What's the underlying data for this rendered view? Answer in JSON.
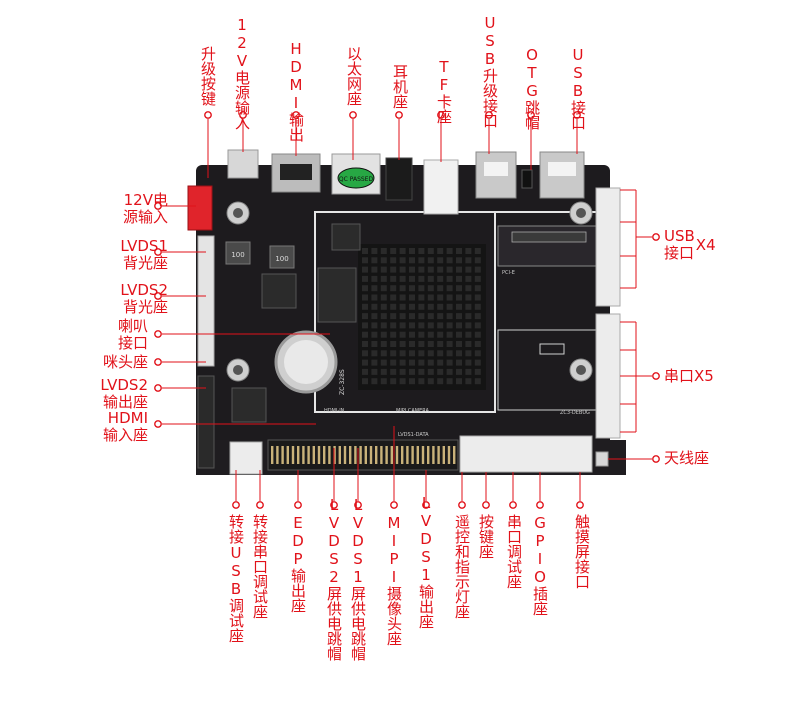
{
  "colors": {
    "accent": "#e1121a",
    "board": "#1c1a1c",
    "heatsink": "#151515"
  },
  "top_labels": [
    {
      "id": "upgrade-key",
      "text": "升级按键"
    },
    {
      "id": "power-12v-input",
      "text": "12V电源输入"
    },
    {
      "id": "hdmi-output",
      "text": "HDMI输出"
    },
    {
      "id": "ethernet-port",
      "text": "以太网座"
    },
    {
      "id": "earphone-jack",
      "text": "耳机座"
    },
    {
      "id": "tf-card-slot",
      "text": "TF卡座"
    },
    {
      "id": "usb-upgrade-port",
      "text": "USB升级接口"
    },
    {
      "id": "otg-jumper",
      "text": "OTG跳帽"
    },
    {
      "id": "usb-port-top",
      "text": "USB接口"
    }
  ],
  "left_labels": [
    {
      "id": "power-12v-input-left",
      "text": "12V电\n源输入"
    },
    {
      "id": "lvds1-backlight",
      "text": "LVDS1\n背光座"
    },
    {
      "id": "lvds2-backlight",
      "text": "LVDS2\n背光座"
    },
    {
      "id": "speaker-port",
      "text": "喇叭\n接口"
    },
    {
      "id": "mic-port",
      "text": "咪头座"
    },
    {
      "id": "lvds2-output",
      "text": "LVDS2\n输出座"
    },
    {
      "id": "hdmi-input",
      "text": "HDMI\n输入座"
    }
  ],
  "right_labels": [
    {
      "id": "usb-x4",
      "line1": "USB",
      "line2": "接口",
      "suffix": "X4"
    },
    {
      "id": "serial-x5",
      "text": "串口X5"
    },
    {
      "id": "antenna",
      "text": "天线座"
    }
  ],
  "bottom_labels": [
    {
      "id": "adapter-usb-debug",
      "text": "转接USB调试座"
    },
    {
      "id": "adapter-serial-debug",
      "text": "转接串口调试座"
    },
    {
      "id": "edp-output",
      "text": "EDP输出座"
    },
    {
      "id": "lvds2-power-jumper",
      "text": "LVDS2屏供电跳帽"
    },
    {
      "id": "lvds1-power-jumper",
      "text": "LVDS1屏供电跳帽"
    },
    {
      "id": "mipi-camera",
      "text": "MIPI摄像头座"
    },
    {
      "id": "lvds1-output",
      "text": "LVDS1输出座"
    },
    {
      "id": "remote-indicator",
      "text": "遥控和指示灯座"
    },
    {
      "id": "button-port",
      "text": "按键座"
    },
    {
      "id": "serial-debug",
      "text": "串口调试座"
    },
    {
      "id": "gpio-header",
      "text": "GPIO插座"
    },
    {
      "id": "touchscreen-port",
      "text": "触摸屏接口"
    }
  ],
  "board_text": {
    "qc_sticker": "QC PASSED",
    "model_silk": "ZC-328S",
    "inductor_a": "100",
    "inductor_b": "100",
    "pcie_silk": "PCI-E",
    "hdmi_in_silk": "HDMI-IN",
    "lvds_silk": "LVDS1-DATA",
    "mipi_silk": "MIPI CAMERA",
    "serial_silk": "ZC3-DEBUG"
  }
}
